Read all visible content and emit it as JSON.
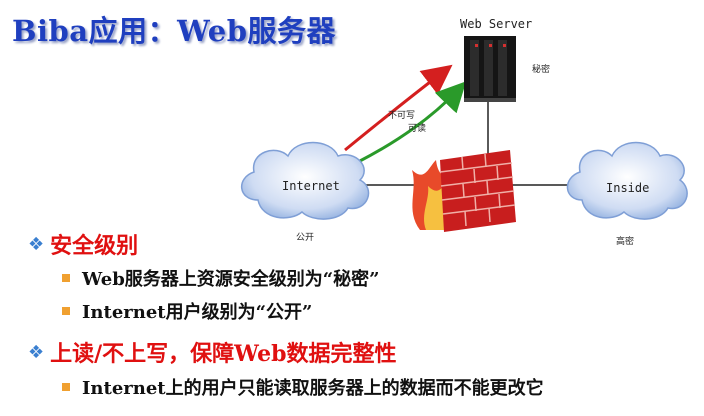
{
  "title": "Biba应用：Web服务器",
  "diagram": {
    "web_server_label": "Web Server",
    "secret_label": "秘密",
    "no_write_label": "不可写",
    "read_label": "可读",
    "internet_label": "Internet",
    "public_label": "公开",
    "inside_label": "Inside",
    "top_secret_label": "高密"
  },
  "bullets": [
    {
      "heading": "安全级别",
      "items": [
        "Web服务器上资源安全级别为“秘密”",
        "Internet用户级别为“公开”"
      ]
    },
    {
      "heading": "上读/不上写，保障Web数据完整性",
      "items": [
        "Internet上的用户只能读取服务器上的数据而不能更改它"
      ]
    }
  ],
  "colors": {
    "title": "#1f3fbf",
    "heading": "#e01010",
    "no_write_arrow": "#d41f1f",
    "read_arrow": "#2a9a2a",
    "cloud": "#a9c3ea",
    "firewall": "#c81e1e"
  }
}
